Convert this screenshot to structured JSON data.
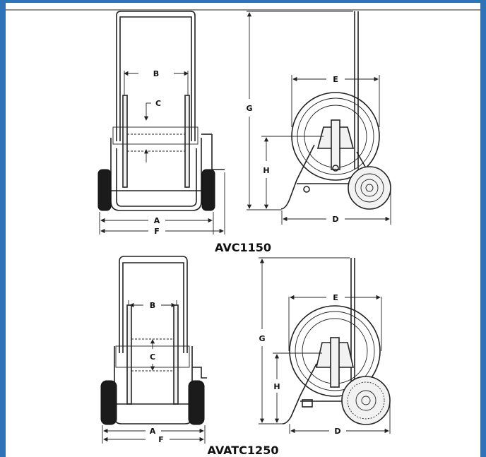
{
  "models": [
    {
      "name": "AVC1150",
      "front_labels": {
        "a": "A",
        "b": "B",
        "c": "C",
        "f": "F"
      },
      "side_labels": {
        "d": "D",
        "e": "E",
        "g": "G",
        "h": "H"
      }
    },
    {
      "name": "AVATC1250",
      "front_labels": {
        "a": "A",
        "b": "B",
        "c": "C",
        "f": "F"
      },
      "side_labels": {
        "d": "D",
        "e": "E",
        "g": "G",
        "h": "H"
      }
    }
  ],
  "colors": {
    "frame": "#2e73b8",
    "line": "#222222"
  }
}
